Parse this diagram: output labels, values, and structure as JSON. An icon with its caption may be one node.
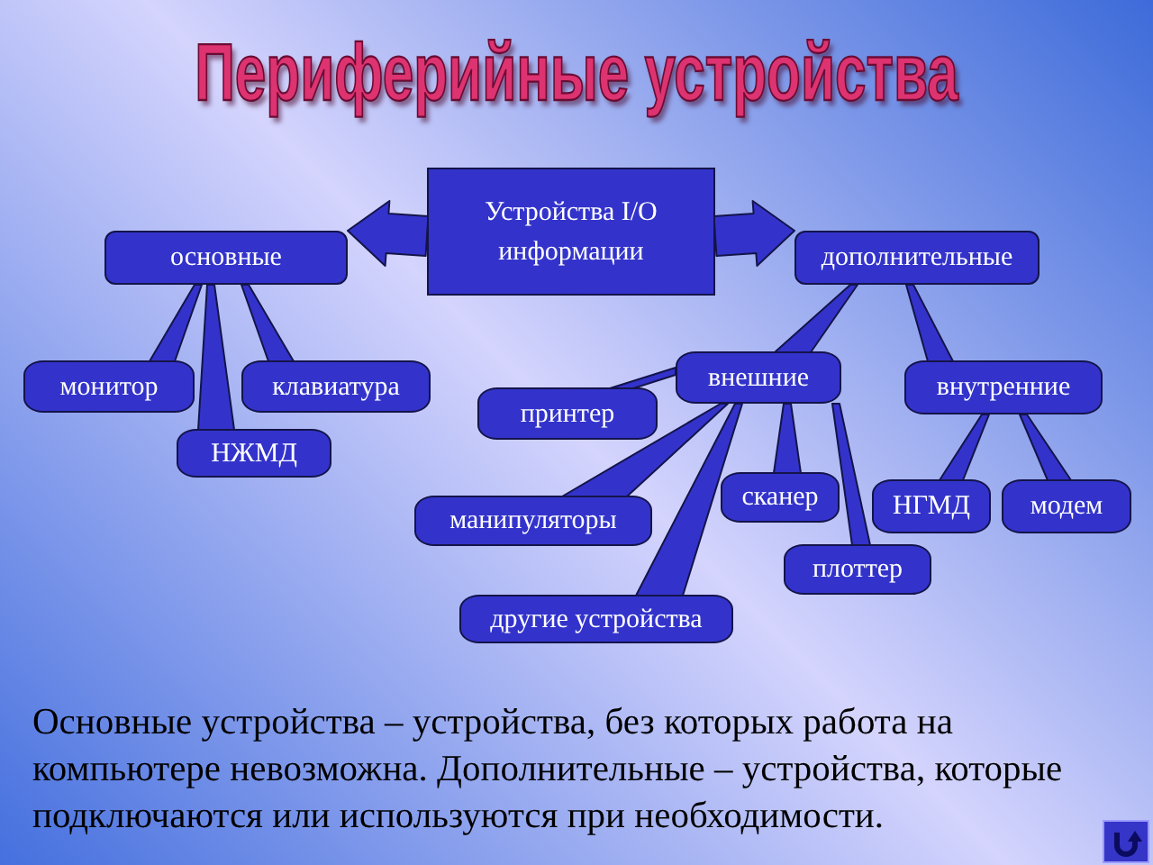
{
  "diagram": {
    "title": "Периферийные устройства",
    "nodes": [
      {
        "text": [
          "Устройства I/O информации"
        ]
      },
      {
        "text": [
          "основные"
        ]
      },
      {
        "text": [
          "дополнительные"
        ]
      },
      {
        "text": [
          "монитор"
        ]
      },
      {
        "text": [
          "клавиатура"
        ]
      },
      {
        "text": [
          "внешние"
        ]
      },
      {
        "text": [
          "внутренние"
        ]
      },
      {
        "text": [
          "принтер"
        ]
      },
      {
        "text": [
          "НЖМД"
        ]
      },
      {
        "text": [
          "НГМД"
        ]
      },
      {
        "text": [
          "модем"
        ]
      },
      {
        "text": [
          "сканер"
        ]
      },
      {
        "text": [
          "манипуляторы"
        ]
      },
      {
        "text": [
          "плоттер"
        ]
      },
      {
        "text": [
          "другие устройства"
        ]
      }
    ],
    "edges": [
      {
        "from": 0,
        "to": 1,
        "arrow": "to",
        "style": "thick"
      },
      {
        "from": 0,
        "to": 2,
        "arrow": "to",
        "style": "thick"
      },
      {
        "from": 3,
        "to": 1,
        "arrow": "none"
      },
      {
        "from": 4,
        "to": 1,
        "arrow": "none"
      },
      {
        "from": 8,
        "to": 1,
        "arrow": "none"
      },
      {
        "from": 5,
        "to": 2,
        "arrow": "none"
      },
      {
        "from": 6,
        "to": 2,
        "arrow": "none"
      },
      {
        "from": 7,
        "to": 5,
        "arrow": "none"
      },
      {
        "from": 11,
        "to": 5,
        "arrow": "none"
      },
      {
        "from": 12,
        "to": 5,
        "arrow": "none"
      },
      {
        "from": 13,
        "to": 5,
        "arrow": "none"
      },
      {
        "from": 14,
        "to": 5,
        "arrow": "none"
      },
      {
        "from": 9,
        "to": 6,
        "arrow": "none"
      },
      {
        "from": 10,
        "to": 6,
        "arrow": "none"
      }
    ],
    "caption": "Основные устройства – устройства, без которых работа на компьютере невозможна. Дополнительные – устройства, которые подключаются или используются при необходимости."
  }
}
